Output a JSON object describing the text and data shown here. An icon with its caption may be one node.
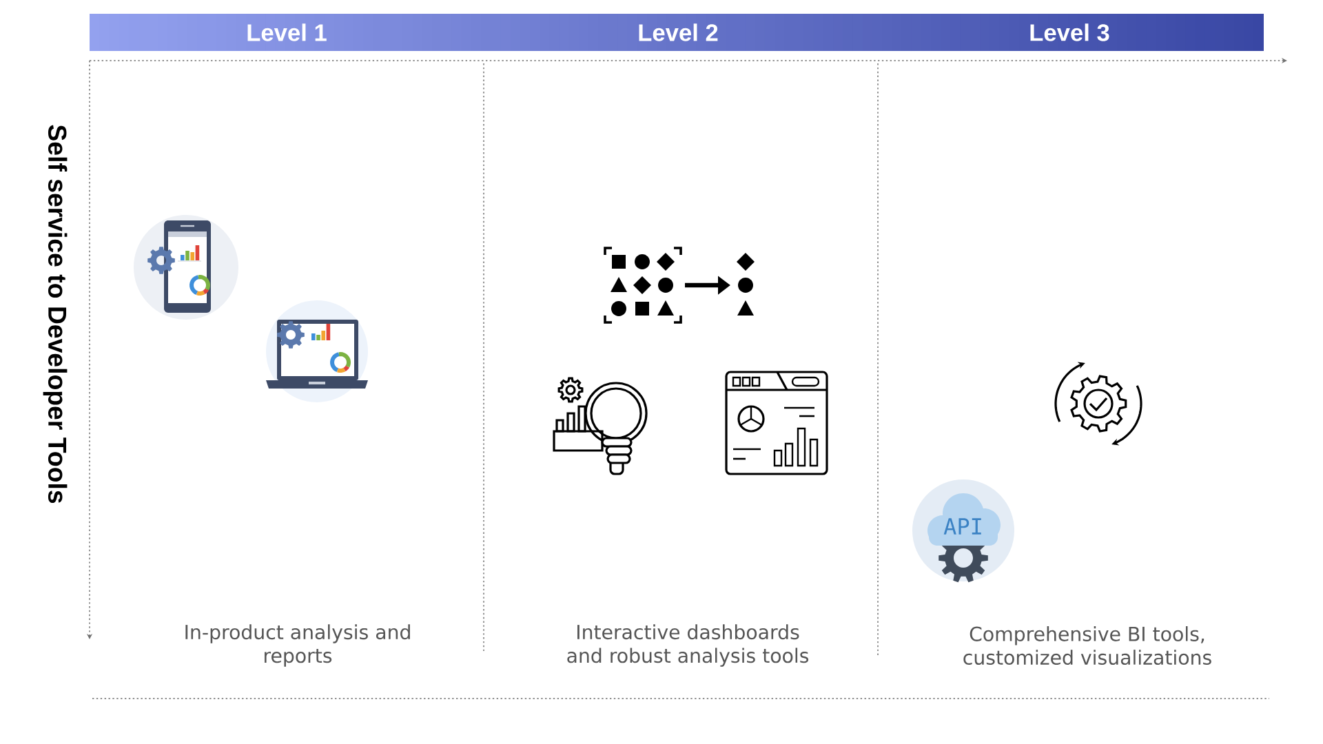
{
  "diagram": {
    "nodes": [
      {
        "text": [
          "Level 1",
          "Level 2",
          "Level 3"
        ]
      }
    ],
    "labels": [
      "Self service to Developer Tools",
      "API",
      "In-product analysis and reports",
      "Interactive dashboards and robust analysis tools",
      "Comprehensive BI tools, customized visualizations"
    ]
  }
}
